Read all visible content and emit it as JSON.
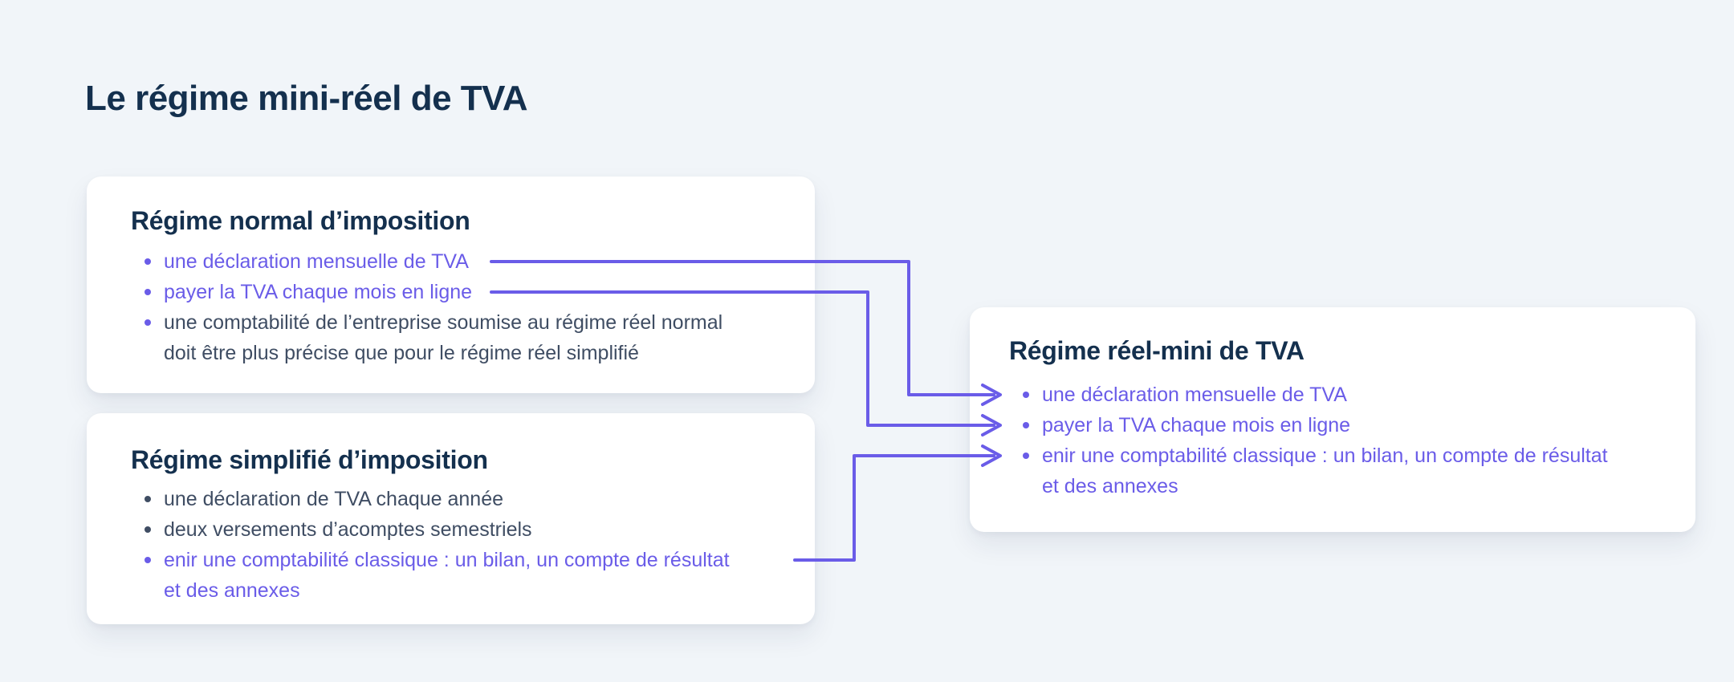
{
  "page": {
    "title": "Le régime mini-réel de TVA",
    "background_color": "#F1F5F9"
  },
  "colors": {
    "accent_purple": "#6A5CE8",
    "heading_navy": "#14304E",
    "body_slate": "#3F4D63",
    "card_white": "#FFFFFF"
  },
  "cards": {
    "normal": {
      "heading": "Régime normal d’imposition",
      "items": [
        {
          "text": "une déclaration mensuelle de TVA",
          "highlighted": true
        },
        {
          "text": "payer la TVA chaque mois en ligne",
          "highlighted": true
        },
        {
          "text": "une comptabilité de l’entreprise soumise au régime réel normal\ndoit être plus précise que pour le régime réel simplifié",
          "highlighted": false
        }
      ]
    },
    "simplifie": {
      "heading": "Régime simplifié d’imposition",
      "items": [
        {
          "text": "une déclaration de TVA chaque année",
          "highlighted": false
        },
        {
          "text": "deux versements d’acomptes semestriels",
          "highlighted": false
        },
        {
          "text": "enir une comptabilité classique : un bilan, un compte de résultat\net des annexes",
          "highlighted": true
        }
      ]
    },
    "reel_mini": {
      "heading": "Régime réel-mini de TVA",
      "items": [
        {
          "text": "une déclaration mensuelle de TVA",
          "highlighted": true
        },
        {
          "text": "payer la TVA chaque mois en ligne",
          "highlighted": true
        },
        {
          "text": "enir une comptabilité classique : un bilan, un compte de résultat\net des annexes",
          "highlighted": true
        }
      ]
    }
  },
  "connectors": [
    {
      "from": "normal.items.0",
      "to": "reel_mini.items.0"
    },
    {
      "from": "normal.items.1",
      "to": "reel_mini.items.1"
    },
    {
      "from": "simplifie.items.2",
      "to": "reel_mini.items.2"
    }
  ]
}
